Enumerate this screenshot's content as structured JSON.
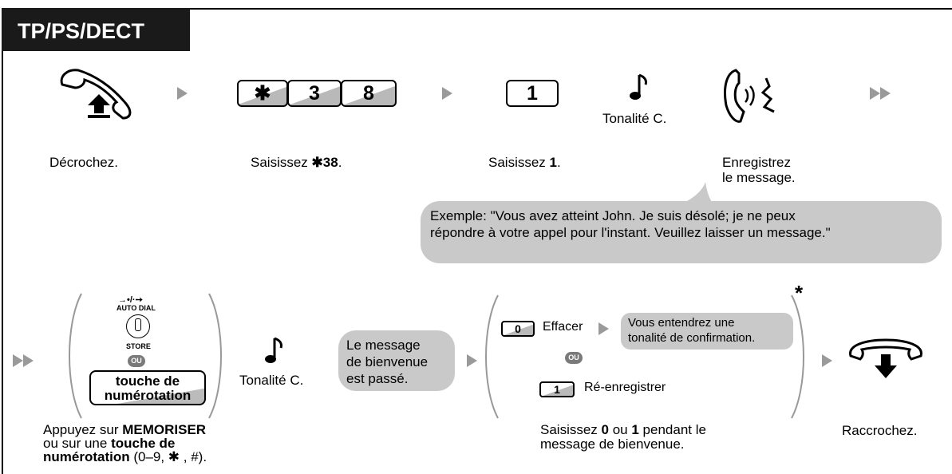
{
  "header": {
    "title": "TP/PS/DECT"
  },
  "row1": {
    "keys": [
      "✱",
      "3",
      "8"
    ],
    "key1": "1",
    "tone_label": "Tonalité C.",
    "captions": {
      "offhook": "Décrochez.",
      "enter_pre": "Saisissez ",
      "enter_code": "✱38",
      "enter_post": ".",
      "enter1_pre": "Saisissez ",
      "enter1_code": "1",
      "enter1_post": ".",
      "record_line1": "Enregistrez",
      "record_line2": "le message."
    }
  },
  "example": {
    "line1": "Exemple: \"Vous avez atteint John. Je suis désolé; je ne peux",
    "line2": "répondre à votre appel pour l'instant. Veuillez laisser un message.\""
  },
  "row2": {
    "auto_dial_label": "AUTO DIAL",
    "store_label": "STORE",
    "ou": "OU",
    "dial_key_line1": "touche de",
    "dial_key_line2": "numérotation",
    "tone_label": "Tonalité C.",
    "played_line1": "Le message",
    "played_line2": "de bienvenue",
    "played_line3": "est passé.",
    "key0": "0",
    "erase_label": "Effacer",
    "confirm_line1": "Vous entendrez une",
    "confirm_line2": "tonalité de confirmation.",
    "ou2": "OU",
    "key1": "1",
    "rerecord_label": "Ré-enregistrer",
    "asterisk": "*",
    "captions": {
      "press_pre": "Appuyez sur ",
      "press_bold": "MEMORISER",
      "press_line2_pre": "ou sur une ",
      "press_line2_bold": "touche de",
      "press_line3_bold": "numérotation",
      "press_line3_post": " (0–9, ✱ , #).",
      "enter_pre": "Saisissez ",
      "enter_b0": "0",
      "enter_mid": " ou ",
      "enter_b1": "1",
      "enter_post": " pendant le",
      "enter_line2": "message de bienvenue.",
      "hangup": "Raccrochez."
    }
  },
  "colors": {
    "header_bg": "#1a1a1a",
    "bubble": "#c9c9c9",
    "arrow": "#9a9a9a",
    "badge": "#7a7a7a"
  }
}
